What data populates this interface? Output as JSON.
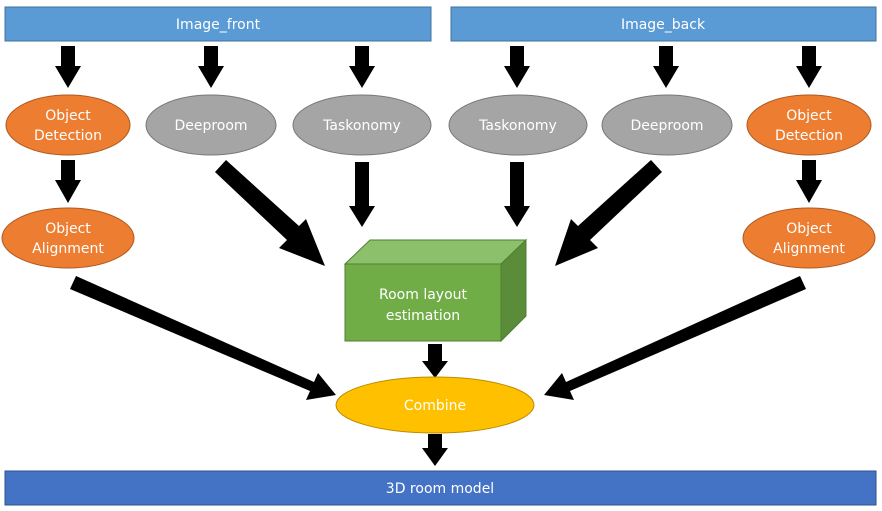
{
  "inputs": {
    "front": "Image_front",
    "back": "Image_back"
  },
  "front_nodes": {
    "object_detection": [
      "Object",
      "Detection"
    ],
    "deeproom": "Deeproom",
    "taskonomy": "Taskonomy",
    "object_alignment": [
      "Object",
      "Alignment"
    ]
  },
  "back_nodes": {
    "taskonomy": "Taskonomy",
    "deeproom": "Deeproom",
    "object_detection": [
      "Object",
      "Detection"
    ],
    "object_alignment": [
      "Object",
      "Alignment"
    ]
  },
  "room_layout": [
    "Room layout",
    "estimation"
  ],
  "combine": "Combine",
  "output": "3D room model",
  "colors": {
    "input_bar": "#5B9BD5",
    "output_bar": "#4472C4",
    "object_node": "#ED7D31",
    "network_node": "#A5A5A5",
    "room_layout": "#70AD47",
    "combine": "#FFC000",
    "arrow": "#000000"
  }
}
